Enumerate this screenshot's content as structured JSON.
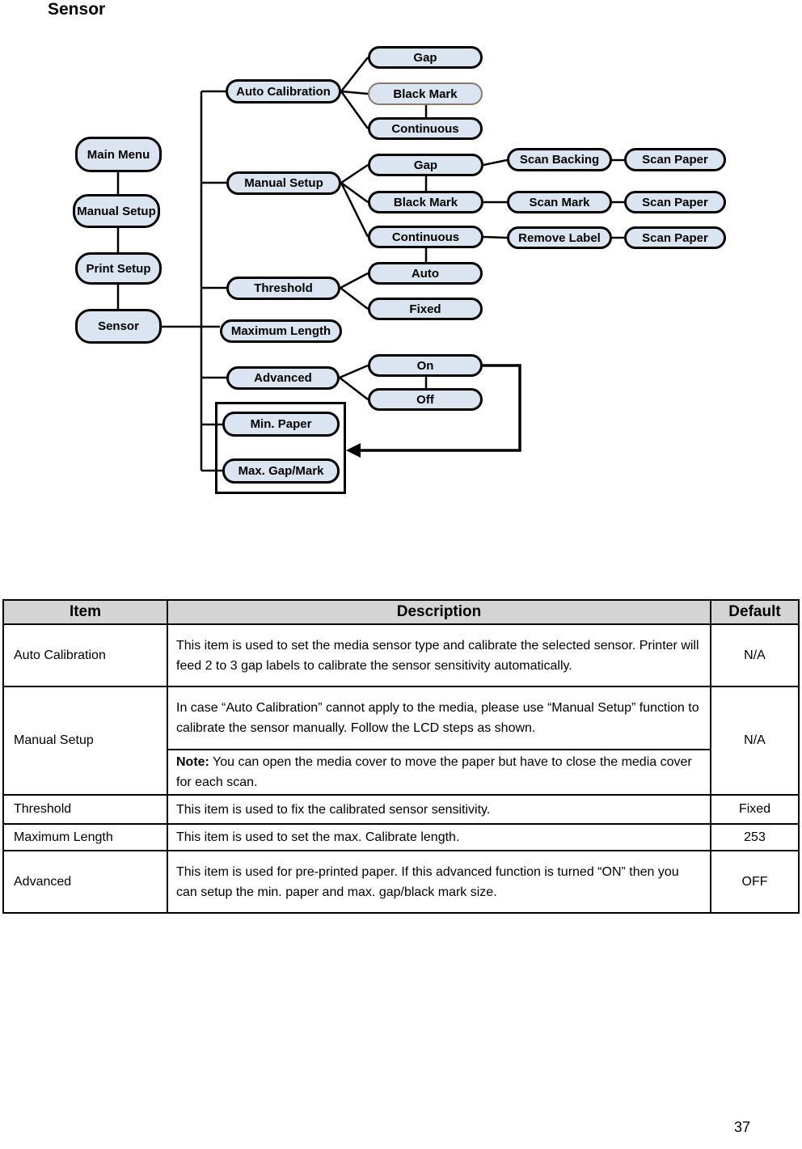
{
  "page": {
    "heading": "Sensor",
    "number": "37"
  },
  "colors": {
    "node_fill": "#dbe5f1",
    "node_border": "#000000",
    "black_mark_alt_border": "#8b7a6b",
    "table_header_bg": "#d4d4d4"
  },
  "diagram": {
    "nodes": {
      "main_menu": "Main Menu",
      "manual_setup_left": "Manual Setup",
      "print_setup": "Print Setup",
      "sensor": "Sensor",
      "auto_calibration": "Auto Calibration",
      "manual_setup": "Manual Setup",
      "threshold": "Threshold",
      "maximum_length": "Maximum Length",
      "advanced": "Advanced",
      "min_paper": "Min. Paper",
      "max_gap_mark": "Max. Gap/Mark",
      "gap_auto": "Gap",
      "black_mark_auto": "Black Mark",
      "continuous_auto": "Continuous",
      "gap_manual": "Gap",
      "black_mark_manual": "Black Mark",
      "continuous_manual": "Continuous",
      "auto": "Auto",
      "fixed": "Fixed",
      "on": "On",
      "off": "Off",
      "scan_backing": "Scan Backing",
      "scan_mark": "Scan Mark",
      "remove_label": "Remove Label",
      "scan_paper_1": "Scan Paper",
      "scan_paper_2": "Scan Paper",
      "scan_paper_3": "Scan Paper"
    }
  },
  "table": {
    "headers": {
      "item": "Item",
      "description": "Description",
      "default": "Default"
    },
    "rows": {
      "auto_calibration": {
        "item": "Auto Calibration",
        "description": "This item is used to set the media sensor type and calibrate the selected sensor. Printer will feed 2 to 3 gap labels to calibrate the sensor sensitivity automatically.",
        "default": "N/A"
      },
      "manual_setup": {
        "item": "Manual Setup",
        "description": "In case “Auto Calibration” cannot apply to the media, please use “Manual Setup” function to calibrate the sensor manually. Follow the LCD steps as shown.",
        "note_label": "Note:",
        "note_text": " You can open the media cover to move the paper but have to close the media cover for each scan.",
        "default": "N/A"
      },
      "threshold": {
        "item": "Threshold",
        "description": "This item is used to fix the calibrated sensor sensitivity.",
        "default": "Fixed"
      },
      "maximum_length": {
        "item": "Maximum Length",
        "description": "This item is used to set the max. Calibrate length.",
        "default": "253"
      },
      "advanced": {
        "item": "Advanced",
        "description": "This item is used for pre-printed paper. If this advanced function is turned “ON” then you can setup the min. paper and max. gap/black mark size.",
        "default": "OFF"
      }
    }
  }
}
